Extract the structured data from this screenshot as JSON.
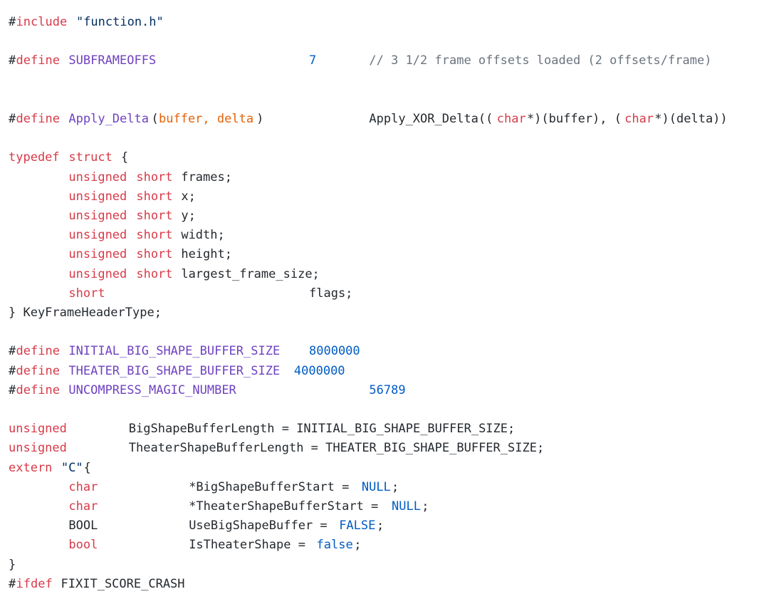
{
  "colors": {
    "plain": "#24292e",
    "keyword": "#d73a49",
    "macro": "#6f42c1",
    "number": "#005cc5",
    "string": "#032f62",
    "comment": "#6a737d",
    "param": "#e36209"
  },
  "code": {
    "lines": [
      {
        "segments": [
          {
            "text": "#",
            "role": "plain"
          },
          {
            "text": "include",
            "role": "keyword"
          },
          {
            "text": " ",
            "role": "plain"
          },
          {
            "text": "\"function.h\"",
            "role": "string"
          }
        ]
      },
      {
        "segments": []
      },
      {
        "segments": [
          {
            "text": "#",
            "role": "plain"
          },
          {
            "text": "define",
            "role": "keyword"
          },
          {
            "text": " ",
            "role": "plain"
          },
          {
            "text": "SUBFRAMEOFFS",
            "role": "macro"
          },
          {
            "text": "7",
            "role": "number",
            "col": 40
          },
          {
            "text": "// 3 1/2 frame offsets loaded (2 offsets/frame)",
            "role": "comment",
            "col": 48
          }
        ]
      },
      {
        "segments": []
      },
      {
        "segments": []
      },
      {
        "segments": [
          {
            "text": "#",
            "role": "plain"
          },
          {
            "text": "define",
            "role": "keyword"
          },
          {
            "text": " ",
            "role": "plain"
          },
          {
            "text": "Apply_Delta",
            "role": "macro"
          },
          {
            "text": "(",
            "role": "plain"
          },
          {
            "text": "buffer, delta",
            "role": "param"
          },
          {
            "text": ")",
            "role": "plain"
          },
          {
            "text": "Apply_XOR_Delta((",
            "role": "plain",
            "col": 48
          },
          {
            "text": "char",
            "role": "keyword"
          },
          {
            "text": "*)(buffer), (",
            "role": "plain"
          },
          {
            "text": "char",
            "role": "keyword"
          },
          {
            "text": "*)(delta))",
            "role": "plain"
          }
        ]
      },
      {
        "segments": []
      },
      {
        "segments": [
          {
            "text": "typedef",
            "role": "keyword"
          },
          {
            "text": " ",
            "role": "plain"
          },
          {
            "text": "struct",
            "role": "keyword"
          },
          {
            "text": " {",
            "role": "plain"
          }
        ]
      },
      {
        "segments": [
          {
            "text": "unsigned",
            "role": "keyword",
            "col": 8
          },
          {
            "text": " ",
            "role": "plain"
          },
          {
            "text": "short",
            "role": "keyword"
          },
          {
            "text": " frames;",
            "role": "plain"
          }
        ]
      },
      {
        "segments": [
          {
            "text": "unsigned",
            "role": "keyword",
            "col": 8
          },
          {
            "text": " ",
            "role": "plain"
          },
          {
            "text": "short",
            "role": "keyword"
          },
          {
            "text": " x;",
            "role": "plain"
          }
        ]
      },
      {
        "segments": [
          {
            "text": "unsigned",
            "role": "keyword",
            "col": 8
          },
          {
            "text": " ",
            "role": "plain"
          },
          {
            "text": "short",
            "role": "keyword"
          },
          {
            "text": " y;",
            "role": "plain"
          }
        ]
      },
      {
        "segments": [
          {
            "text": "unsigned",
            "role": "keyword",
            "col": 8
          },
          {
            "text": " ",
            "role": "plain"
          },
          {
            "text": "short",
            "role": "keyword"
          },
          {
            "text": " width;",
            "role": "plain"
          }
        ]
      },
      {
        "segments": [
          {
            "text": "unsigned",
            "role": "keyword",
            "col": 8
          },
          {
            "text": " ",
            "role": "plain"
          },
          {
            "text": "short",
            "role": "keyword"
          },
          {
            "text": " height;",
            "role": "plain"
          }
        ]
      },
      {
        "segments": [
          {
            "text": "unsigned",
            "role": "keyword",
            "col": 8
          },
          {
            "text": " ",
            "role": "plain"
          },
          {
            "text": "short",
            "role": "keyword"
          },
          {
            "text": " largest_frame_size;",
            "role": "plain"
          }
        ]
      },
      {
        "segments": [
          {
            "text": "short",
            "role": "keyword",
            "col": 8
          },
          {
            "text": "flags;",
            "role": "plain",
            "col": 40
          }
        ]
      },
      {
        "segments": [
          {
            "text": "} KeyFrameHeaderType;",
            "role": "plain"
          }
        ]
      },
      {
        "segments": []
      },
      {
        "segments": [
          {
            "text": "#",
            "role": "plain"
          },
          {
            "text": "define",
            "role": "keyword"
          },
          {
            "text": " ",
            "role": "plain"
          },
          {
            "text": "INITIAL_BIG_SHAPE_BUFFER_SIZE",
            "role": "macro"
          },
          {
            "text": "8000000",
            "role": "number",
            "col": 40
          }
        ]
      },
      {
        "segments": [
          {
            "text": "#",
            "role": "plain"
          },
          {
            "text": "define",
            "role": "keyword"
          },
          {
            "text": " ",
            "role": "plain"
          },
          {
            "text": "THEATER_BIG_SHAPE_BUFFER_SIZE",
            "role": "macro"
          },
          {
            "text": " ",
            "role": "plain"
          },
          {
            "text": "4000000",
            "role": "number"
          }
        ]
      },
      {
        "segments": [
          {
            "text": "#",
            "role": "plain"
          },
          {
            "text": "define",
            "role": "keyword"
          },
          {
            "text": " ",
            "role": "plain"
          },
          {
            "text": "UNCOMPRESS_MAGIC_NUMBER",
            "role": "macro"
          },
          {
            "text": "56789",
            "role": "number",
            "col": 48
          }
        ]
      },
      {
        "segments": []
      },
      {
        "segments": [
          {
            "text": "unsigned",
            "role": "keyword"
          },
          {
            "text": "BigShapeBufferLength = INITIAL_BIG_SHAPE_BUFFER_SIZE;",
            "role": "plain",
            "col": 16
          }
        ]
      },
      {
        "segments": [
          {
            "text": "unsigned",
            "role": "keyword"
          },
          {
            "text": "TheaterShapeBufferLength = THEATER_BIG_SHAPE_BUFFER_SIZE;",
            "role": "plain",
            "col": 16
          }
        ]
      },
      {
        "segments": [
          {
            "text": "extern",
            "role": "keyword"
          },
          {
            "text": " ",
            "role": "plain"
          },
          {
            "text": "\"C\"",
            "role": "string"
          },
          {
            "text": "{",
            "role": "plain"
          }
        ]
      },
      {
        "segments": [
          {
            "text": "char",
            "role": "keyword",
            "col": 8
          },
          {
            "text": "*BigShapeBufferStart = ",
            "role": "plain",
            "col": 24
          },
          {
            "text": "NULL",
            "role": "number"
          },
          {
            "text": ";",
            "role": "plain"
          }
        ]
      },
      {
        "segments": [
          {
            "text": "char",
            "role": "keyword",
            "col": 8
          },
          {
            "text": "*TheaterShapeBufferStart = ",
            "role": "plain",
            "col": 24
          },
          {
            "text": "NULL",
            "role": "number"
          },
          {
            "text": ";",
            "role": "plain"
          }
        ]
      },
      {
        "segments": [
          {
            "text": "BOOL",
            "role": "plain",
            "col": 8
          },
          {
            "text": "UseBigShapeBuffer = ",
            "role": "plain",
            "col": 24
          },
          {
            "text": "FALSE",
            "role": "number"
          },
          {
            "text": ";",
            "role": "plain"
          }
        ]
      },
      {
        "segments": [
          {
            "text": "bool",
            "role": "keyword",
            "col": 8
          },
          {
            "text": "IsTheaterShape = ",
            "role": "plain",
            "col": 24
          },
          {
            "text": "false",
            "role": "number"
          },
          {
            "text": ";",
            "role": "plain"
          }
        ]
      },
      {
        "segments": [
          {
            "text": "}",
            "role": "plain"
          }
        ]
      },
      {
        "segments": [
          {
            "text": "#",
            "role": "plain"
          },
          {
            "text": "ifdef",
            "role": "keyword"
          },
          {
            "text": " FIXIT_SCORE_CRASH",
            "role": "plain"
          }
        ]
      }
    ]
  }
}
